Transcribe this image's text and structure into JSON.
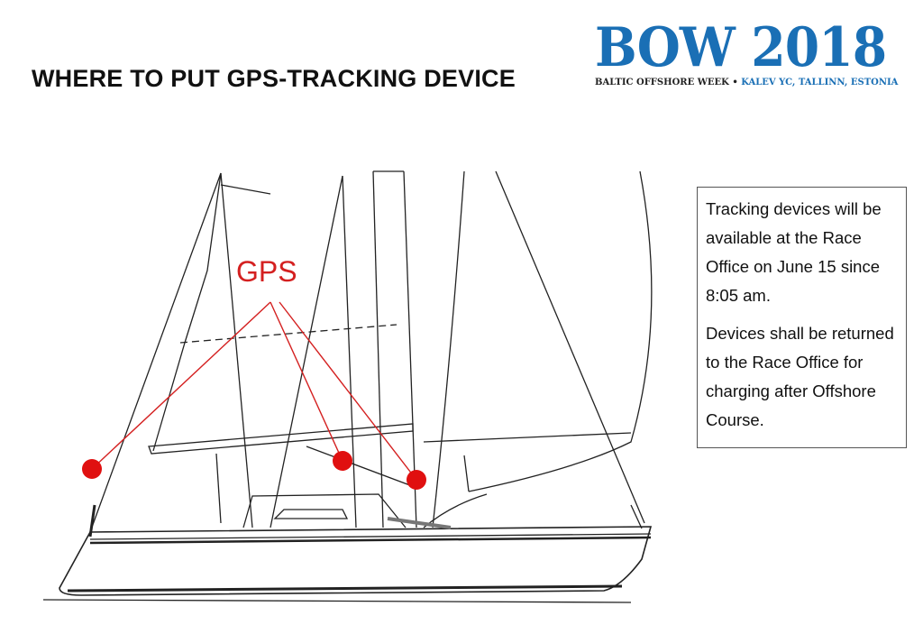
{
  "title": "WHERE TO PUT GPS-TRACKING DEVICE",
  "logo": {
    "main": "BOW 2018",
    "sub_left": "BALTIC OFFSHORE WEEK •",
    "sub_right": "KALEV YC, TALLINN, ESTONIA",
    "color": "#1a6fb5"
  },
  "diagram": {
    "gps_label": "GPS",
    "marker_color": "#e01010"
  },
  "info": {
    "paragraph1": "Tracking devices will be available at the Race Office on June 15 since 8:05 am.",
    "paragraph2": "Devices shall be returned to the Race Office for charging after Offshore Course."
  }
}
